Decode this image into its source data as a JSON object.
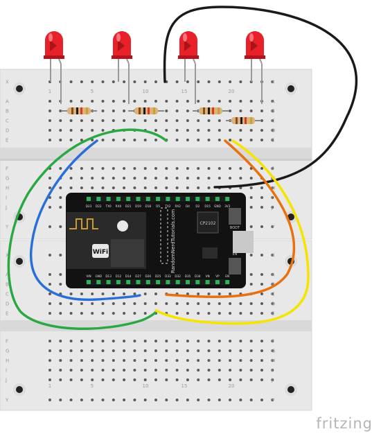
{
  "brand": "fritzing",
  "breadboard": {
    "row_letters_top": [
      "X",
      "A",
      "B",
      "C",
      "D",
      "E"
    ],
    "row_letters_mid": [
      "F",
      "G",
      "H",
      "I",
      "J",
      "Y"
    ],
    "row_letters_bottom_top": [
      "X",
      "A",
      "B",
      "C",
      "D",
      "E"
    ],
    "row_letters_bottom": [
      "F",
      "G",
      "H",
      "I",
      "J",
      "Y"
    ],
    "column_numbers": [
      "1",
      "5",
      "10",
      "15",
      "20"
    ]
  },
  "board": {
    "brand_text": "RandomNerdTutorials.com",
    "module_label": "WiFi",
    "chip_label": "CP2102",
    "boot_label": "BOOT",
    "en_label": "EN",
    "top_pins": [
      "D23",
      "D22",
      "TX0",
      "RX0",
      "D21",
      "D19",
      "D18",
      "D5",
      "TX2",
      "RX2",
      "D4",
      "D2",
      "D15",
      "GND",
      "3V3"
    ],
    "bottom_pins": [
      "VIN",
      "GND",
      "D13",
      "D12",
      "D14",
      "D27",
      "D26",
      "D25",
      "D33",
      "D32",
      "D35",
      "D34",
      "VN",
      "VP",
      "EN"
    ]
  },
  "leds": [
    {
      "color": "#e8202a"
    },
    {
      "color": "#e8202a"
    },
    {
      "color": "#e8202a"
    },
    {
      "color": "#e8202a"
    }
  ],
  "wires": [
    {
      "color": "#1a1a1a"
    },
    {
      "color": "#2aa844"
    },
    {
      "color": "#2a6fd8"
    },
    {
      "color": "#e8700e"
    },
    {
      "color": "#f5e400"
    }
  ]
}
